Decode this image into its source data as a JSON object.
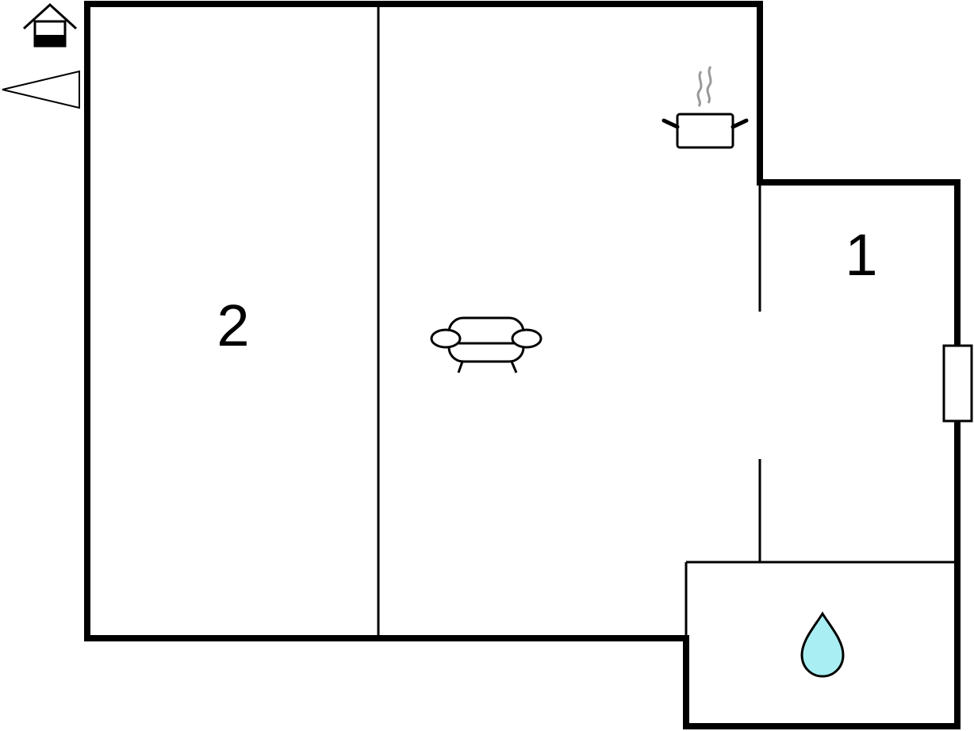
{
  "floorplan": {
    "rooms": [
      {
        "id": "bedroom-2",
        "label": "2"
      },
      {
        "id": "bedroom-1",
        "label": "1"
      }
    ],
    "icons": {
      "entrance": "house-entrance-icon",
      "orientation": "compass-pointer-icon",
      "kitchen": "cooking-pot-icon",
      "living": "sofa-icon",
      "bathroom": "water-drop-icon",
      "window": "window-icon"
    },
    "colors": {
      "walls": "#000000",
      "background": "#ffffff",
      "steam": "#999999",
      "water_drop": "#a8eef2"
    }
  }
}
